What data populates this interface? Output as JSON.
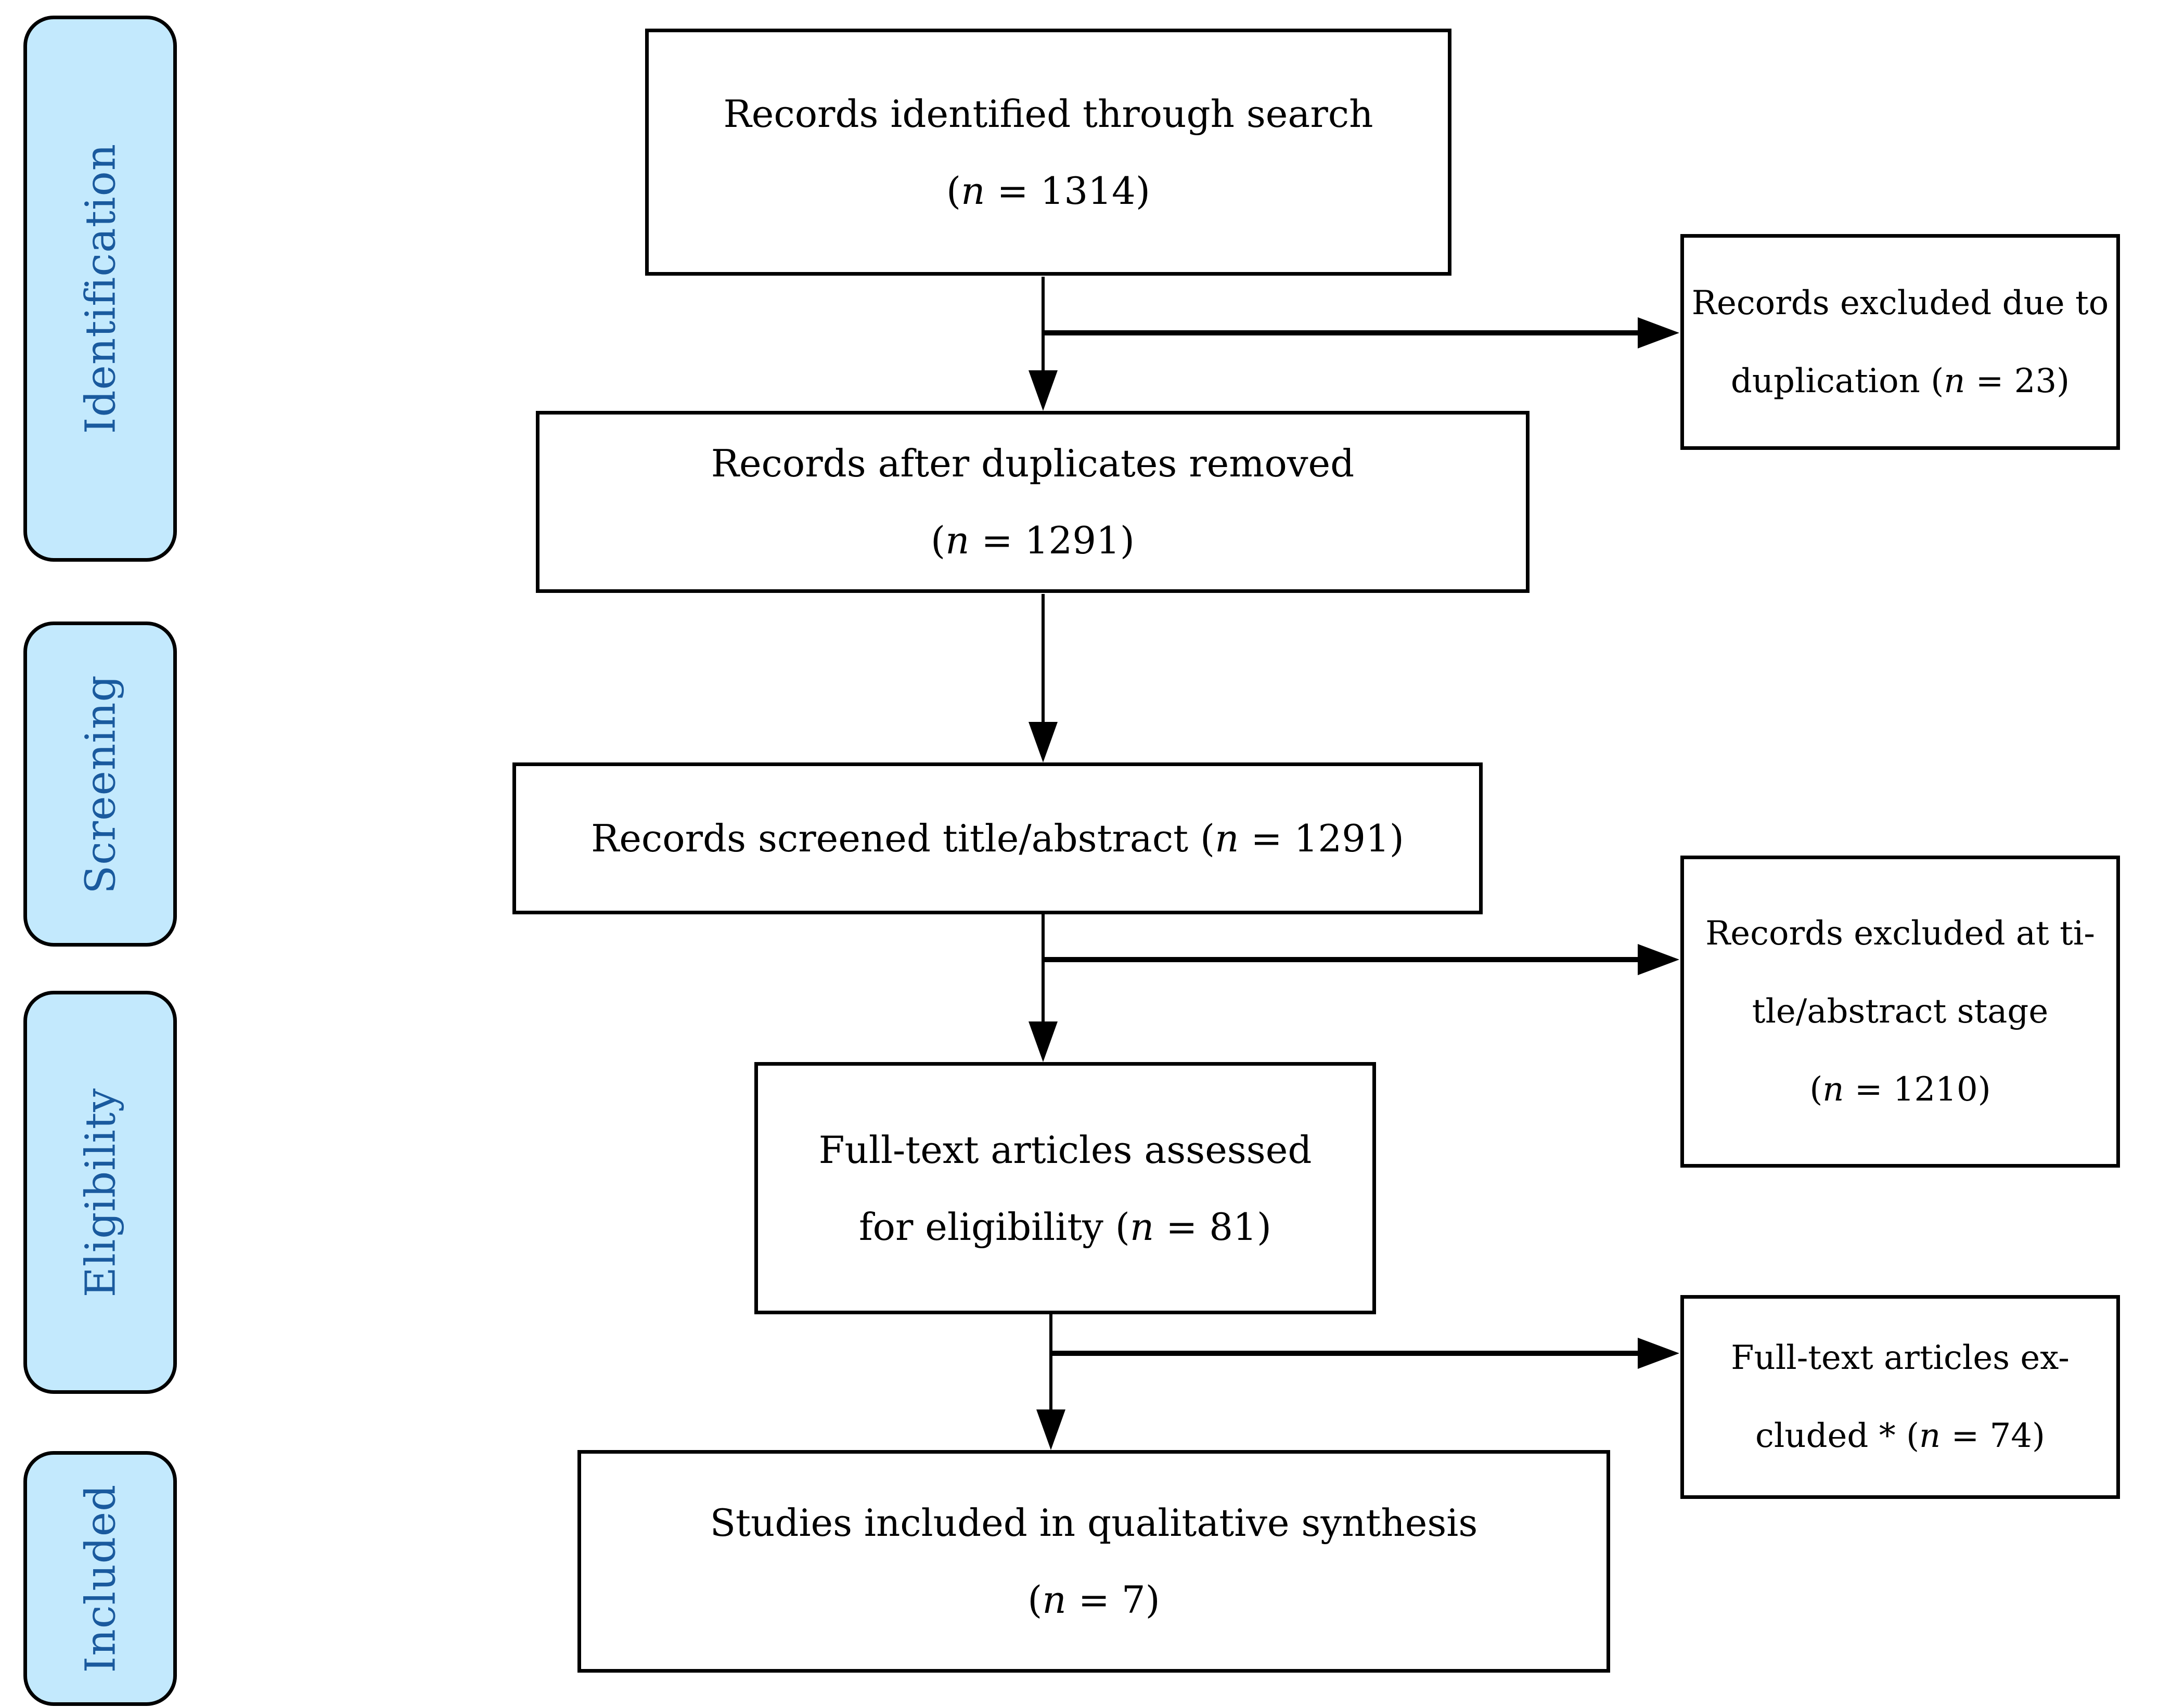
{
  "colors": {
    "background": "#FFFFFF",
    "stage_fill": "#C3E9FD",
    "stage_text": "#1A5A9E",
    "line": "#000000",
    "box_fill": "#FFFFFF",
    "box_text": "#000000"
  },
  "stages": [
    {
      "label": "Identification"
    },
    {
      "label": "Screening"
    },
    {
      "label": "Eligibility"
    },
    {
      "label": "Included"
    }
  ],
  "boxes": {
    "identified": {
      "lines": [
        [
          {
            "t": "Records identified through search"
          }
        ],
        [
          {
            "t": "("
          },
          {
            "t": "n",
            "i": 1
          },
          {
            "t": " = 1314)"
          }
        ]
      ]
    },
    "deduplicated": {
      "lines": [
        [
          {
            "t": "Records after duplicates removed"
          }
        ],
        [
          {
            "t": "("
          },
          {
            "t": "n",
            "i": 1
          },
          {
            "t": " = 1291)"
          }
        ]
      ]
    },
    "screened": {
      "lines": [
        [
          {
            "t": "Records screened title/abstract ("
          },
          {
            "t": "n",
            "i": 1
          },
          {
            "t": " = 1291)"
          }
        ]
      ]
    },
    "fulltext_assessed": {
      "lines": [
        [
          {
            "t": "Full-text articles assessed"
          }
        ],
        [
          {
            "t": "for eligibility ("
          },
          {
            "t": "n",
            "i": 1
          },
          {
            "t": " = 81)"
          }
        ]
      ]
    },
    "qualitative_synthesis": {
      "lines": [
        [
          {
            "t": "Studies included in qualitative synthesis"
          }
        ],
        [
          {
            "t": "("
          },
          {
            "t": "n",
            "i": 1
          },
          {
            "t": " = 7)"
          }
        ]
      ]
    },
    "excluded_duplication": {
      "lines": [
        [
          {
            "t": "Records excluded due to"
          }
        ],
        [
          {
            "t": "duplication ("
          },
          {
            "t": "n",
            "i": 1
          },
          {
            "t": " = 23)"
          }
        ]
      ]
    },
    "excluded_title_abstract": {
      "lines": [
        [
          {
            "t": "Records excluded at ti-"
          }
        ],
        [
          {
            "t": "tle/abstract stage"
          }
        ],
        [
          {
            "t": "("
          },
          {
            "t": "n",
            "i": 1
          },
          {
            "t": " = 1210)"
          }
        ]
      ]
    },
    "excluded_fulltext": {
      "lines": [
        [
          {
            "t": "Full-text articles ex-"
          }
        ],
        [
          {
            "t": "cluded * ("
          },
          {
            "t": "n",
            "i": 1
          },
          {
            "t": " = 74)"
          }
        ]
      ]
    }
  }
}
